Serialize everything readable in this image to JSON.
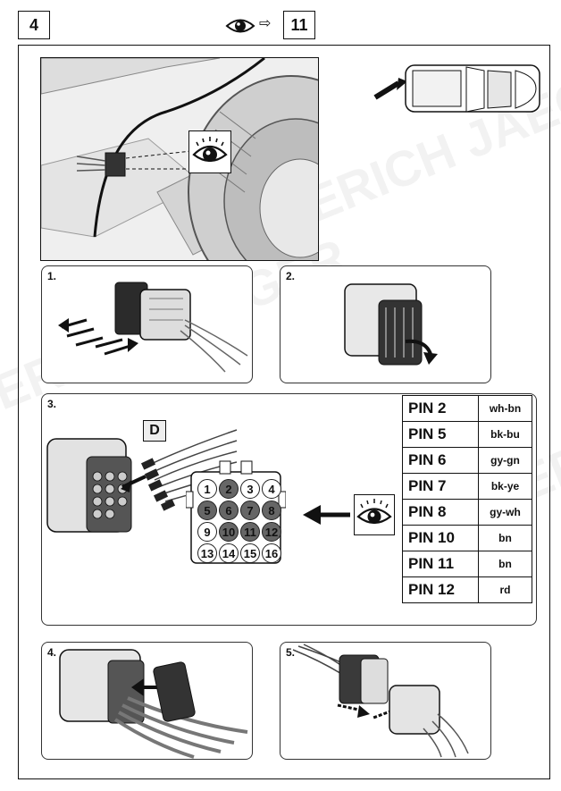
{
  "header": {
    "step_number": "4",
    "next_step_number": "11",
    "arrow_symbol": "⇨",
    "eye_icon": "eye-icon"
  },
  "panels": [
    {
      "label": "1."
    },
    {
      "label": "2."
    },
    {
      "label": "3."
    },
    {
      "label": "4."
    },
    {
      "label": "5."
    }
  ],
  "connector_label": "D",
  "connector_pins": [
    {
      "num": "1",
      "filled": false
    },
    {
      "num": "2",
      "filled": true
    },
    {
      "num": "3",
      "filled": false
    },
    {
      "num": "4",
      "filled": false
    },
    {
      "num": "5",
      "filled": true
    },
    {
      "num": "6",
      "filled": true
    },
    {
      "num": "7",
      "filled": true
    },
    {
      "num": "8",
      "filled": true
    },
    {
      "num": "9",
      "filled": false
    },
    {
      "num": "10",
      "filled": true
    },
    {
      "num": "11",
      "filled": true
    },
    {
      "num": "12",
      "filled": true
    },
    {
      "num": "13",
      "filled": false
    },
    {
      "num": "14",
      "filled": false
    },
    {
      "num": "15",
      "filled": false
    },
    {
      "num": "16",
      "filled": false
    }
  ],
  "pin_table": [
    {
      "pin": "PIN 2",
      "color": "wh-bn"
    },
    {
      "pin": "PIN 5",
      "color": "bk-bu"
    },
    {
      "pin": "PIN 6",
      "color": "gy-gn"
    },
    {
      "pin": "PIN 7",
      "color": "bk-ye"
    },
    {
      "pin": "PIN 8",
      "color": "gy-wh"
    },
    {
      "pin": "PIN 10",
      "color": "bn"
    },
    {
      "pin": "PIN 11",
      "color": "bn"
    },
    {
      "pin": "PIN 12",
      "color": "rd"
    }
  ],
  "watermark": "ERICH JAEGER"
}
